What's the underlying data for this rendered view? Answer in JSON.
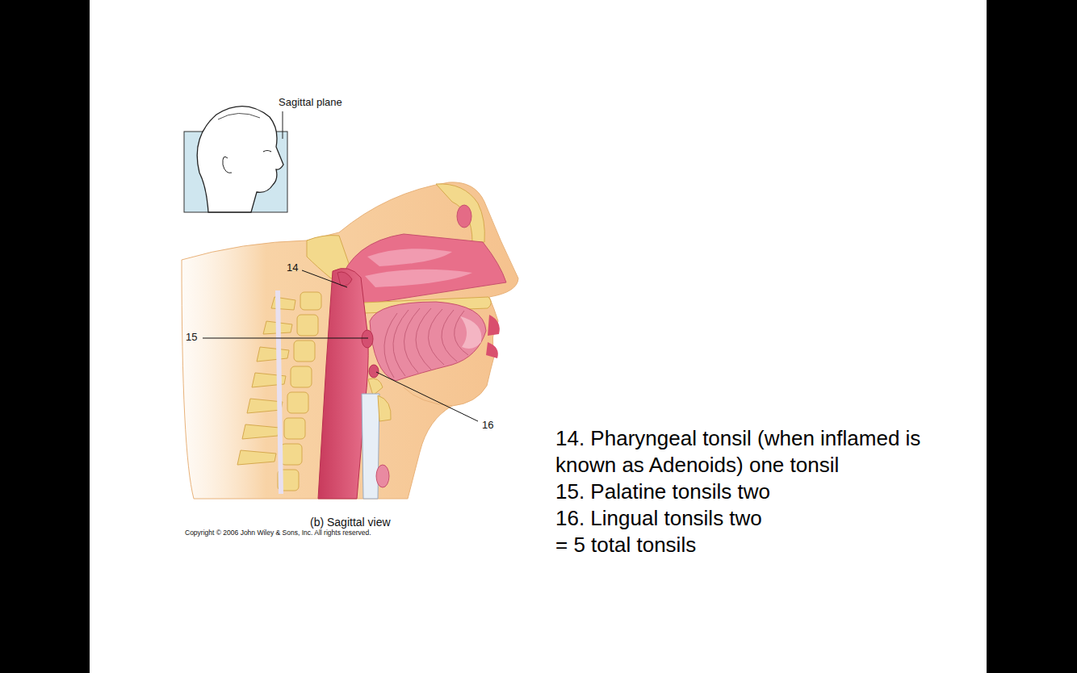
{
  "diagram": {
    "labels": [
      "Sagittal plane",
      "14",
      "15",
      "16",
      "(b) Sagittal view",
      "Copyright © 2006 John Wiley & Sons, Inc. All rights reserved.",
      "14. Pharyngeal tonsil (when inflamed is known as Adenoids) one tonsil",
      "15. Palatine tonsils two",
      "16. Lingual tonsils two",
      "= 5 total tonsils"
    ]
  }
}
